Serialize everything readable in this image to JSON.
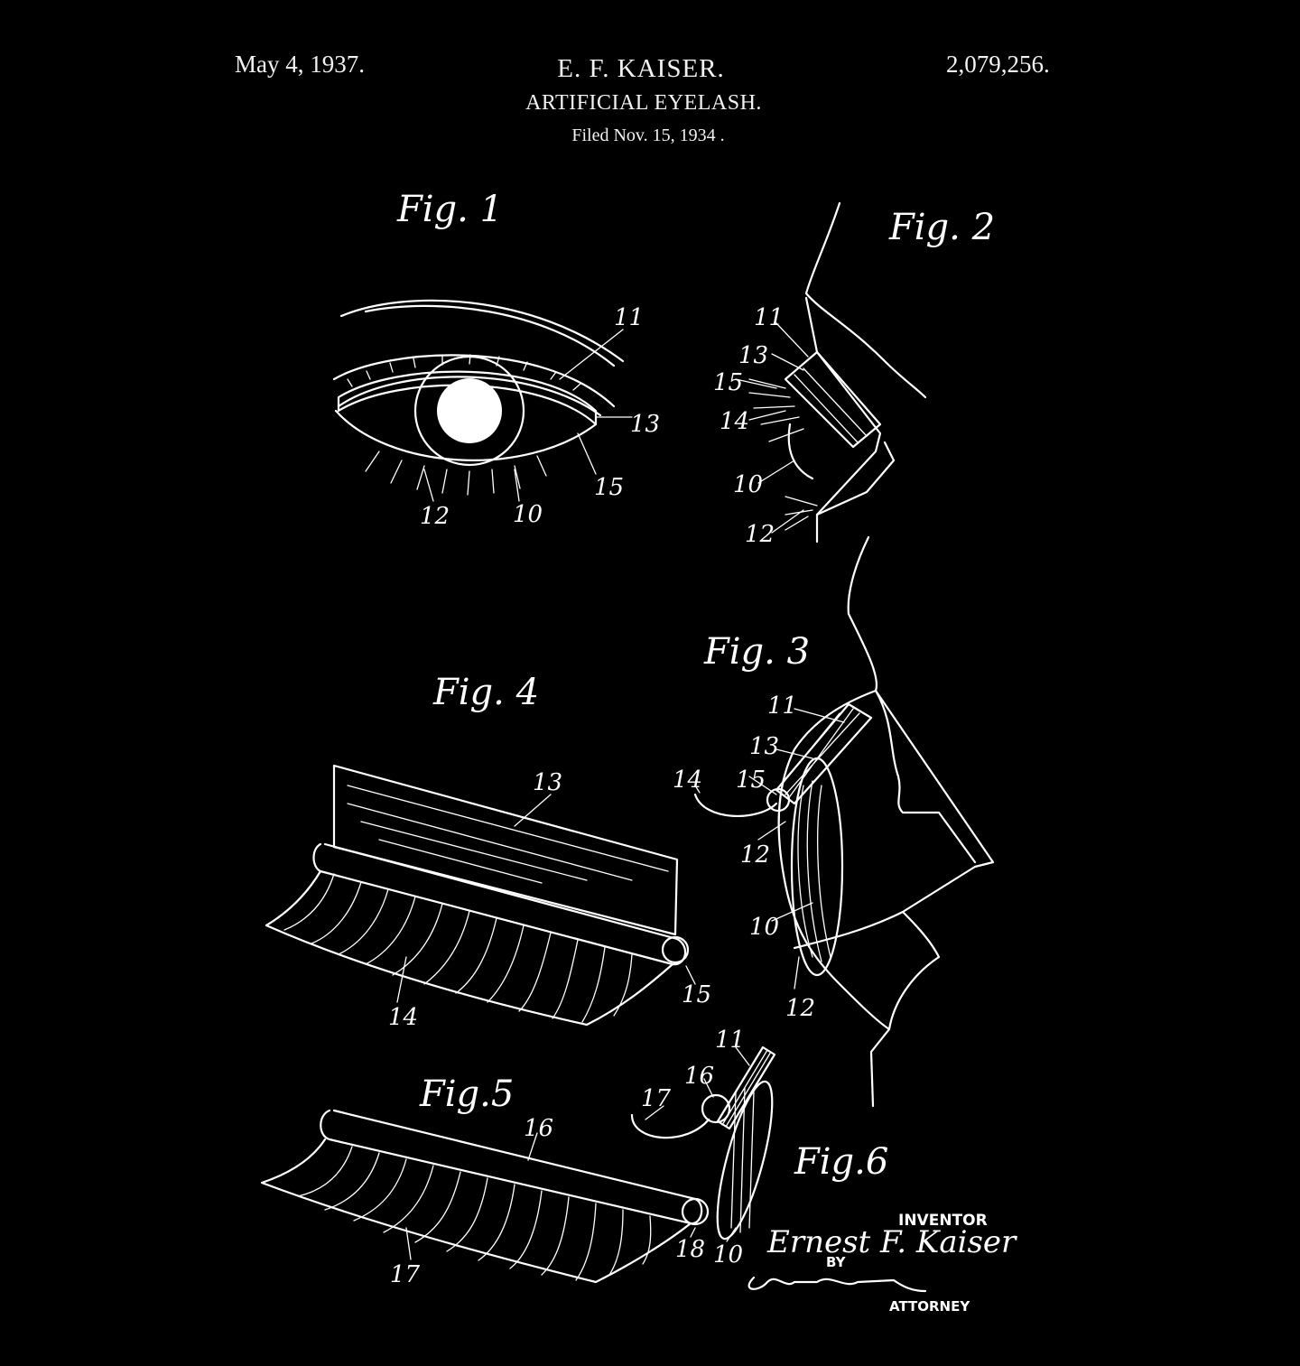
{
  "header": {
    "date": "May 4, 1937.",
    "inventor": "E. F. KAISER.",
    "title": "ARTIFICIAL EYELASH.",
    "filed": "Filed Nov. 15, 1934 .",
    "patent_number": "2,079,256."
  },
  "figures": {
    "fig1": {
      "label": "Fig. 1",
      "refs": [
        "11",
        "13",
        "15",
        "10",
        "12"
      ]
    },
    "fig2": {
      "label": "Fig. 2",
      "refs": [
        "11",
        "13",
        "15",
        "14",
        "10",
        "12"
      ]
    },
    "fig3": {
      "label": "Fig. 3",
      "refs": [
        "11",
        "13",
        "14",
        "15",
        "12",
        "10",
        "12"
      ]
    },
    "fig4": {
      "label": "Fig. 4",
      "refs": [
        "13",
        "14",
        "15"
      ]
    },
    "fig5": {
      "label": "Fig.5",
      "refs": [
        "16",
        "17",
        "18"
      ]
    },
    "fig6": {
      "label": "Fig.6",
      "refs": [
        "11",
        "16",
        "17",
        "10"
      ]
    }
  },
  "signature": {
    "inventor_caption": "INVENTOR",
    "inventor_name": "Ernest F. Kaiser",
    "by": "BY",
    "attorney_caption": "ATTORNEY"
  },
  "colors": {
    "background": "#000000",
    "ink": "#ffffff"
  }
}
